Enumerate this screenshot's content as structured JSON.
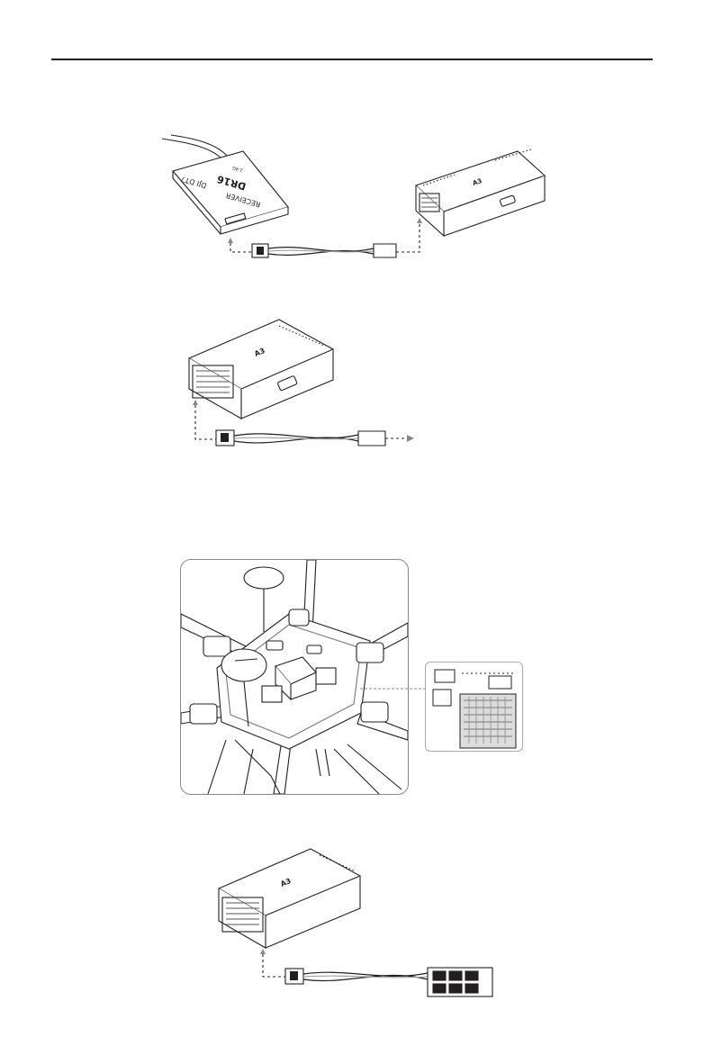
{
  "page": {
    "header_rule": true
  },
  "figures": {
    "receiver": {
      "brand_text": "DJI DT7",
      "model_text": "DR16",
      "type_text": "RECEIVER",
      "version_text": "2.4G"
    },
    "controller_label": "A3",
    "icons": [
      "receiver-icon",
      "flight-controller-icon",
      "cable-icon",
      "arrow-icon",
      "hexacopter-icon",
      "gps-icon",
      "pmu-icon"
    ]
  }
}
